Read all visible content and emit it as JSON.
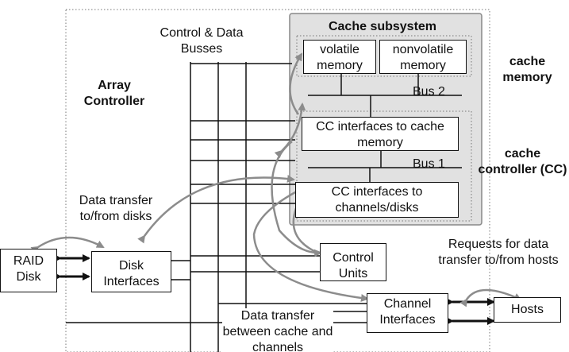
{
  "texts": {
    "bus_label": "Control & Data Busses",
    "array_controller": "Array Controller",
    "cache_subsystem": "Cache subsystem",
    "cache_memory": "cache memory",
    "cache_controller": "cache controller (CC)",
    "bus2": "Bus 2",
    "bus1": "Bus 1",
    "data_transfer_disks": "Data transfer to/from disks",
    "requests": "Requests for data transfer to/from hosts",
    "data_transfer_channels": "Data transfer between cache and channels"
  },
  "boxes": {
    "volatile": "volatile memory",
    "nonvolatile": "nonvolatile memory",
    "cc_cache": "CC interfaces to cache memory",
    "cc_channels": "CC interfaces to channels/disks",
    "raid": "RAID Disk",
    "disk_interfaces": "Disk Interfaces",
    "control_units": "Control Units",
    "channel_interfaces": "Channel Interfaces",
    "hosts": "Hosts"
  },
  "colors": {
    "line": "#111111",
    "arrow": "#8c8c8c",
    "subsystem_fill": "#e1e1e1",
    "dotted": "#777777"
  }
}
